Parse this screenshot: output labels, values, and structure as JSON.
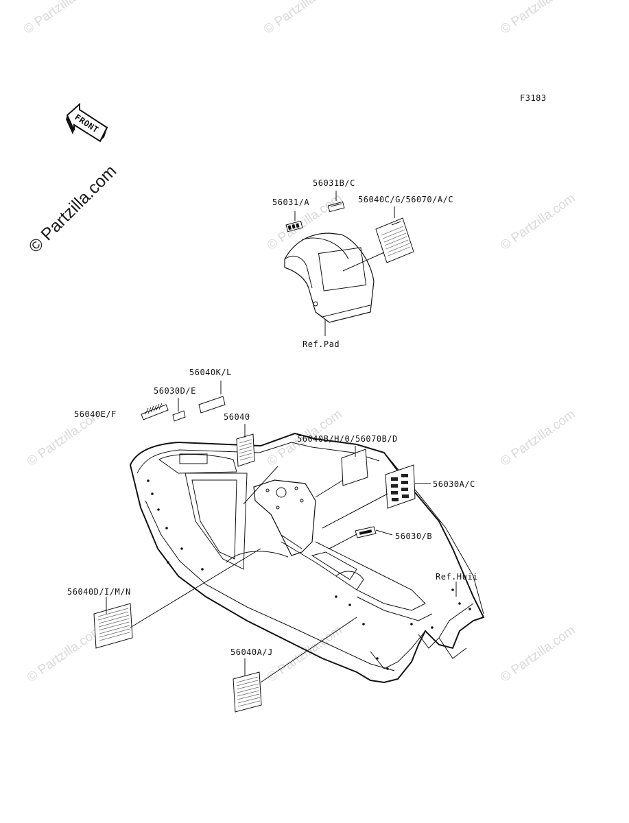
{
  "figure_code": "F3183",
  "front_label": "FRONT",
  "copyright_watermark": "© Partzilla.com",
  "watermark_text": "© Partzilla.com",
  "callouts": {
    "p56031BC": "56031B/C",
    "p56031A": "56031/A",
    "p56040CG": "56040C/G/56070/A/C",
    "ref_pad": "Ref.Pad",
    "p56040KL": "56040K/L",
    "p56030DE": "56030D/E",
    "p56040EF": "56040E/F",
    "p56040": "56040",
    "p56040BH": "56040B/H/0/56070B/D",
    "p56030AC": "56030A/C",
    "p56030B": "56030/B",
    "ref_hull": "Ref.Huii",
    "p56040DIMN": "56040D/I/M/N",
    "p56040AJ": "56040A/J"
  }
}
